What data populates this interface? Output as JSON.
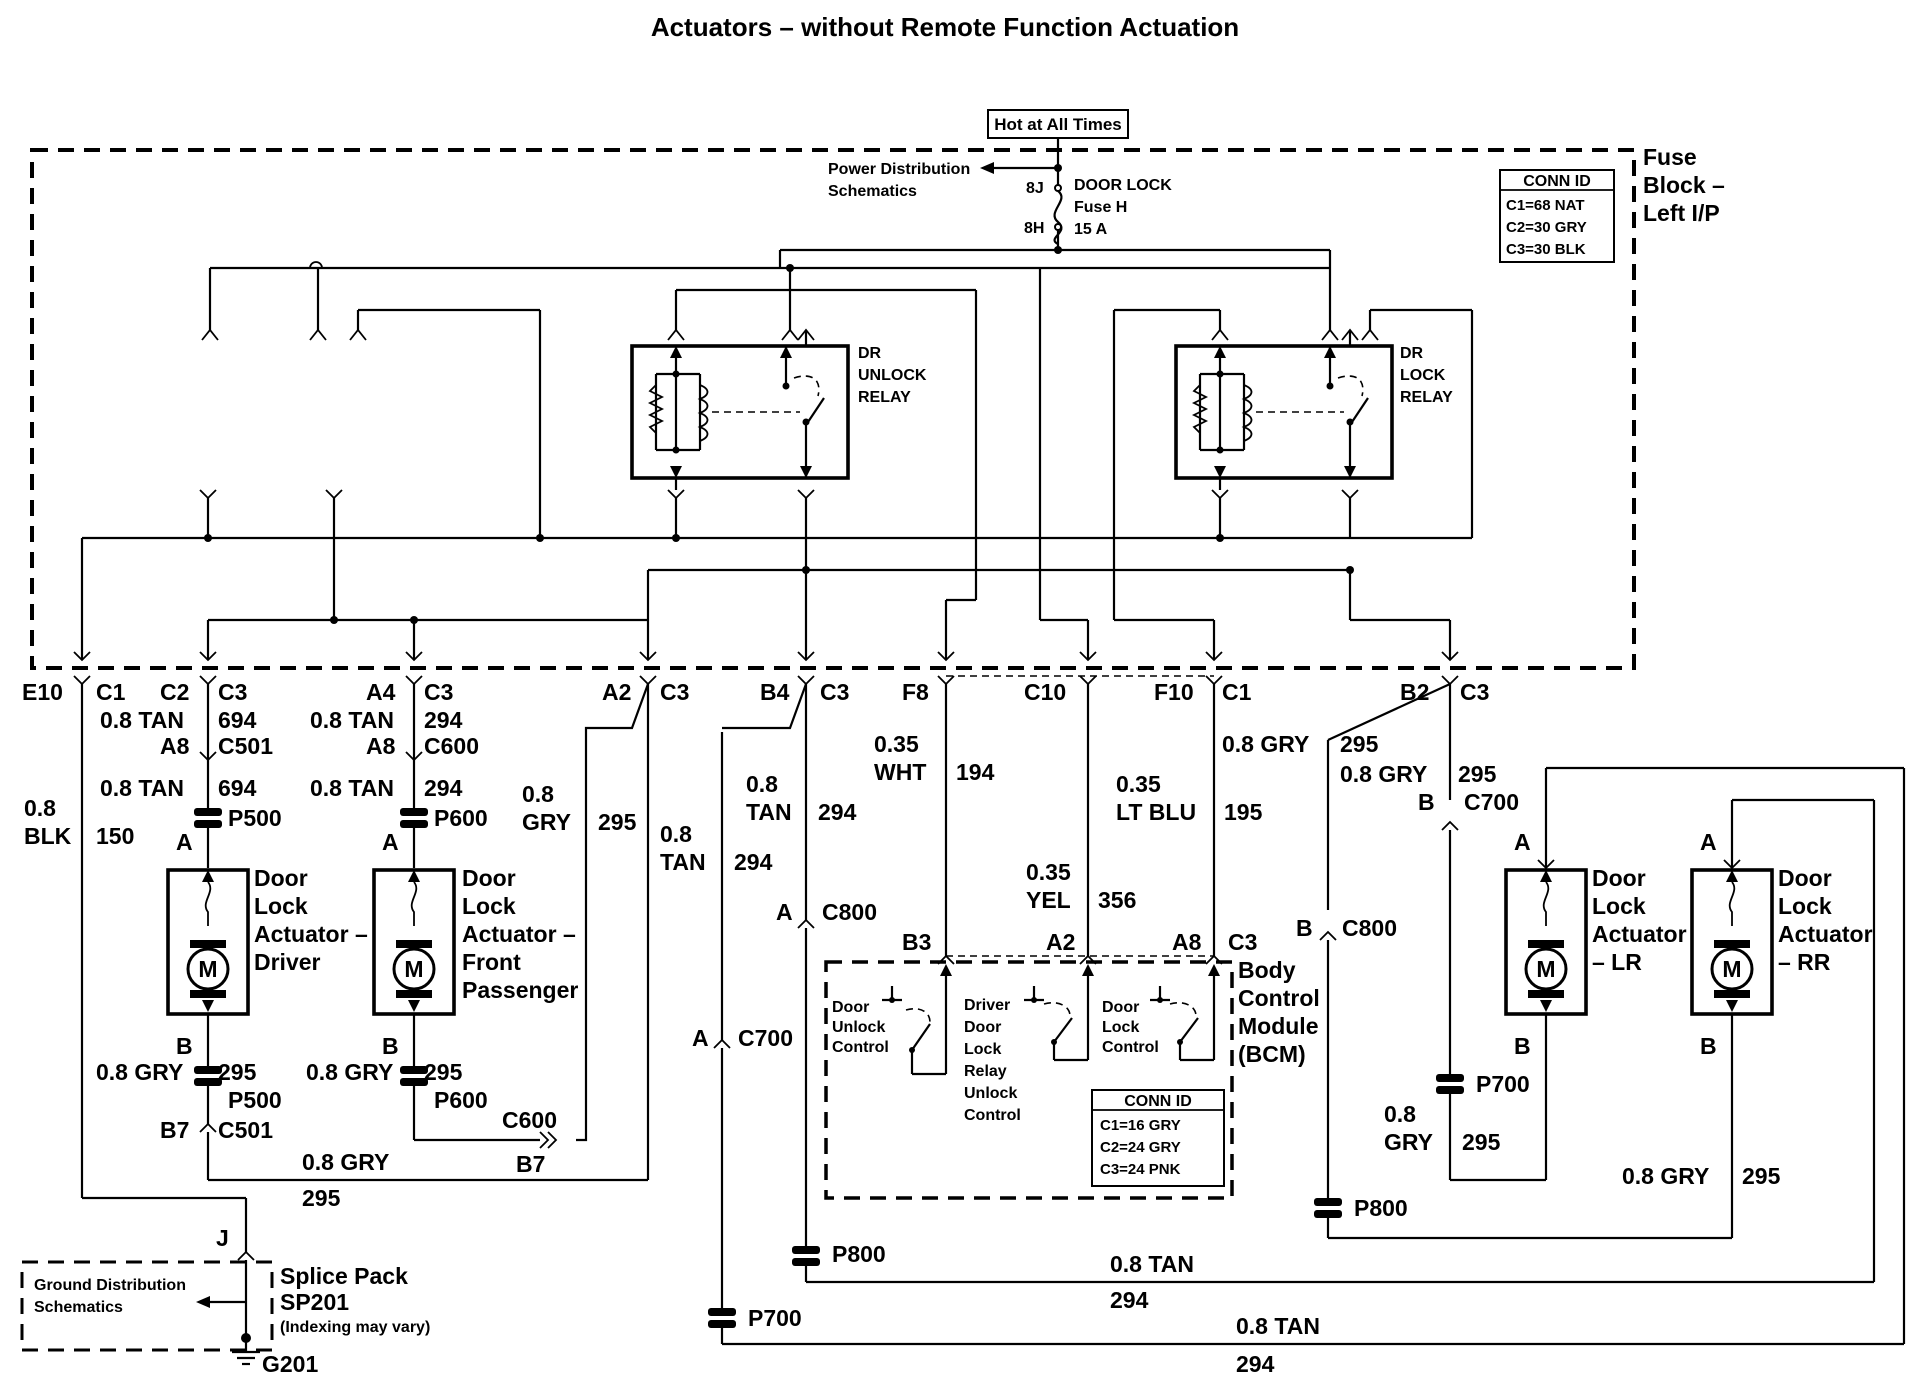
{
  "title": "Actuators – without Remote Function Actuation",
  "hot_label": "Hot at All Times",
  "power_dist": [
    "Power Distribution",
    "Schematics"
  ],
  "fuse": {
    "pin_top": "8J",
    "pin_bottom": "8H",
    "name": "DOOR LOCK",
    "id": "Fuse H",
    "rating": "15 A"
  },
  "fuse_block_label": [
    "Fuse",
    "Block –",
    "Left I/P"
  ],
  "conn_fb": {
    "title": "CONN ID",
    "rows": [
      "C1=68 NAT",
      "C2=30 GRY",
      "C3=30 BLK"
    ]
  },
  "relay_unlock": [
    "DR",
    "UNLOCK",
    "RELAY"
  ],
  "relay_lock": [
    "DR",
    "LOCK",
    "RELAY"
  ],
  "fb_pins": {
    "e10": "E10",
    "c1a": "C1",
    "c2": "C2",
    "c3a": "C3",
    "a4": "A4",
    "c3b": "C3",
    "a2": "A2",
    "c3c": "C3",
    "b4": "B4",
    "c3d": "C3",
    "f8": "F8",
    "c10": "C10",
    "f10": "F10",
    "c1b": "C1",
    "b2": "B2",
    "c3e": "C3"
  },
  "wires": {
    "w_0_8_tan": "0.8 TAN",
    "w_694": "694",
    "w_294": "294",
    "w_0_8_blk": "0.8",
    "w_blk": "BLK",
    "w_150": "150",
    "w_0_8": "0.8",
    "w_gry": "GRY",
    "w_295": "295",
    "w_tan": "TAN",
    "w_035": "0.35",
    "w_wht": "WHT",
    "w_194": "194",
    "w_ltblu": "LT BLU",
    "w_195": "195",
    "w_yel": "YEL",
    "w_356": "356",
    "w_0_8_gry": "0.8 GRY"
  },
  "connectors": {
    "a8": "A8",
    "c501": "C501",
    "c600": "C600",
    "p500": "P500",
    "p600": "P600",
    "pin_a": "A",
    "pin_b": "B",
    "b7": "B7",
    "c800": "C800",
    "c700": "C700",
    "p700": "P700",
    "p800": "P800",
    "b3": "B3",
    "a2": "A2",
    "a8b": "A8",
    "c3": "C3",
    "j": "J",
    "g201": "G201",
    "m": "M"
  },
  "actuators": {
    "driver": [
      "Door",
      "Lock",
      "Actuator –",
      "Driver"
    ],
    "front": [
      "Door",
      "Lock",
      "Actuator –",
      "Front",
      "Passenger"
    ],
    "lr": [
      "Door",
      "Lock",
      "Actuator",
      "– LR"
    ],
    "rr": [
      "Door",
      "Lock",
      "Actuator",
      "– RR"
    ]
  },
  "bcm": {
    "label": [
      "Body",
      "Control",
      "Module",
      "(BCM)"
    ],
    "sw_unlock": [
      "Door",
      "Unlock",
      "Control"
    ],
    "sw_relay": [
      "Driver",
      "Door",
      "Lock",
      "Relay",
      "Unlock",
      "Control"
    ],
    "sw_lock": [
      "Door",
      "Lock",
      "Control"
    ],
    "conn": {
      "title": "CONN ID",
      "rows": [
        "C1=16 GRY",
        "C2=24 GRY",
        "C3=24 PNK"
      ]
    }
  },
  "splice": {
    "ground_dist": [
      "Ground Distribution",
      "Schematics"
    ],
    "label": [
      "Splice Pack",
      "SP201"
    ],
    "note": "(Indexing may vary)"
  }
}
